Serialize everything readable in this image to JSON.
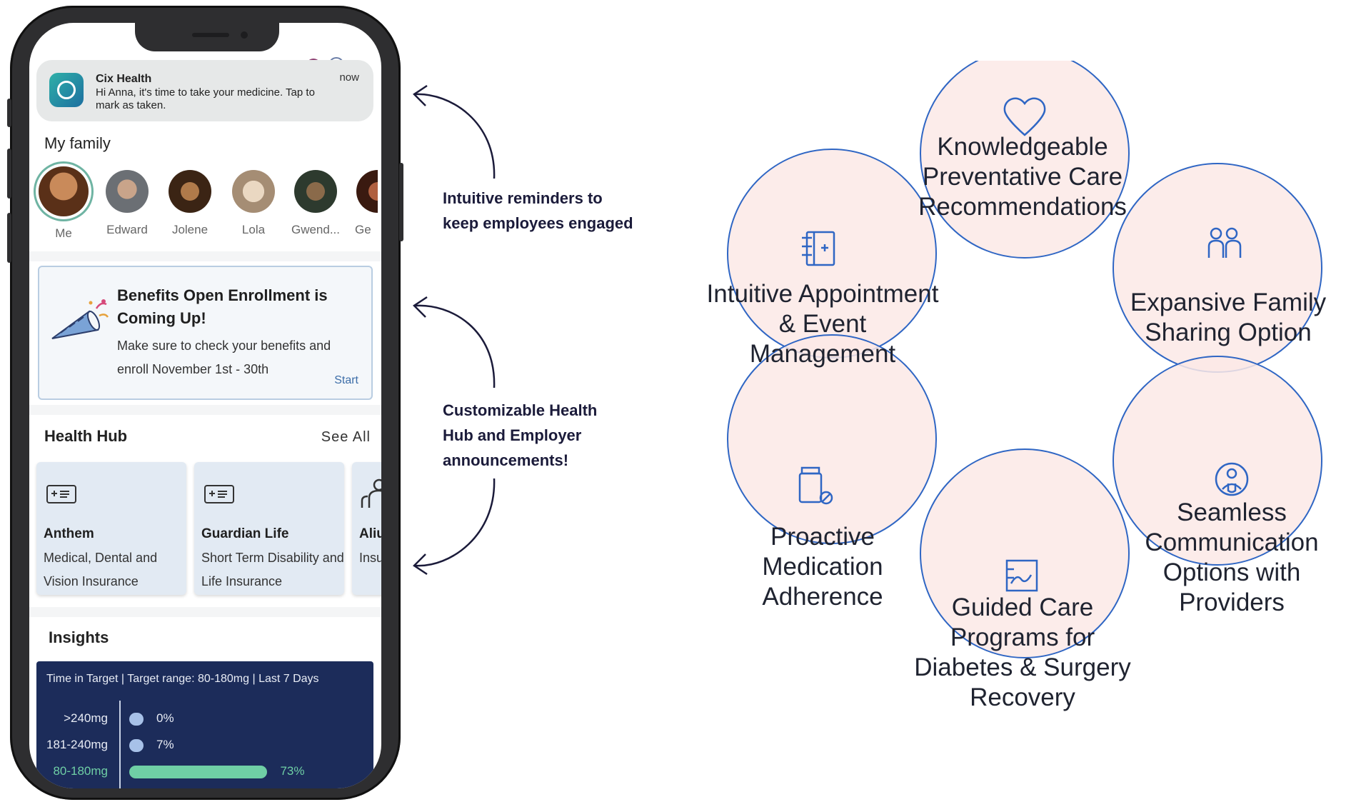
{
  "notification": {
    "app": "Cix Health",
    "time": "now",
    "message": "Hi Anna, it's time to take your medicine. Tap to mark as taken."
  },
  "family": {
    "title": "My family",
    "members": [
      "Me",
      "Edward",
      "Jolene",
      "Lola",
      "Gwend...",
      "Ge"
    ]
  },
  "benefits": {
    "title": "Benefits Open Enrollment is Coming Up!",
    "body": "Make sure to check your benefits and enroll November 1st - 30th",
    "action": "Start"
  },
  "health_hub": {
    "title": "Health Hub",
    "see_all": "See All",
    "cards": [
      {
        "name": "Anthem",
        "desc": "Medical, Dental and Vision Insurance"
      },
      {
        "name": "Guardian Life",
        "desc": "Short Term Disability and Life Insurance"
      },
      {
        "name": "Aliu",
        "desc": "Insu"
      }
    ]
  },
  "insights": {
    "title": "Insights",
    "header": "Time in Target  |  Target range: 80-180mg  |  Last 7 Days",
    "rows": [
      {
        "label": ">240mg",
        "value": "0%",
        "fraction": 0.0,
        "color": "#a7c1e8"
      },
      {
        "label": "181-240mg",
        "value": "7%",
        "fraction": 0.07,
        "color": "#a7c1e8"
      },
      {
        "label": "80-180mg",
        "value": "73%",
        "fraction": 0.73,
        "color": "#6fcfa5"
      }
    ]
  },
  "annotations": {
    "reminders": [
      "Intuitive reminders to",
      "keep employees engaged"
    ],
    "hub": [
      "Customizable Health",
      "Hub and Employer",
      "announcements!"
    ]
  },
  "features": [
    {
      "name": "Knowledgeable Preventative Care Recommendations",
      "lines": [
        "Knowledgeable",
        "Preventative Care",
        "Recommendations"
      ],
      "icon": "heart-icon"
    },
    {
      "name": "Intuitive Appointment & Event Management",
      "lines": [
        "Intuitive Appointment",
        "& Event",
        "Management"
      ],
      "icon": "calendar-book-icon"
    },
    {
      "name": "Expansive Family Sharing Option",
      "lines": [
        "Expansive Family",
        "Sharing Option"
      ],
      "icon": "family-icon"
    },
    {
      "name": "Proactive Medication Adherence",
      "lines": [
        "Proactive",
        "Medication",
        "Adherence"
      ],
      "icon": "pill-bottle-icon"
    },
    {
      "name": "Seamless Communication Options with Providers",
      "lines": [
        "Seamless",
        "Communication",
        "Options with",
        "Providers"
      ],
      "icon": "doctor-icon"
    },
    {
      "name": "Guided Care Programs for Diabetes & Surgery Recovery",
      "lines": [
        "Guided Care",
        "Programs for",
        "Diabetes & Surgery",
        "Recovery"
      ],
      "icon": "chart-icon"
    }
  ],
  "colors": {
    "circle_fill": "#fbe9e6",
    "circle_stroke": "#2f66c4",
    "navy": "#1c2c5a",
    "accent_green": "#6fcfa5"
  }
}
